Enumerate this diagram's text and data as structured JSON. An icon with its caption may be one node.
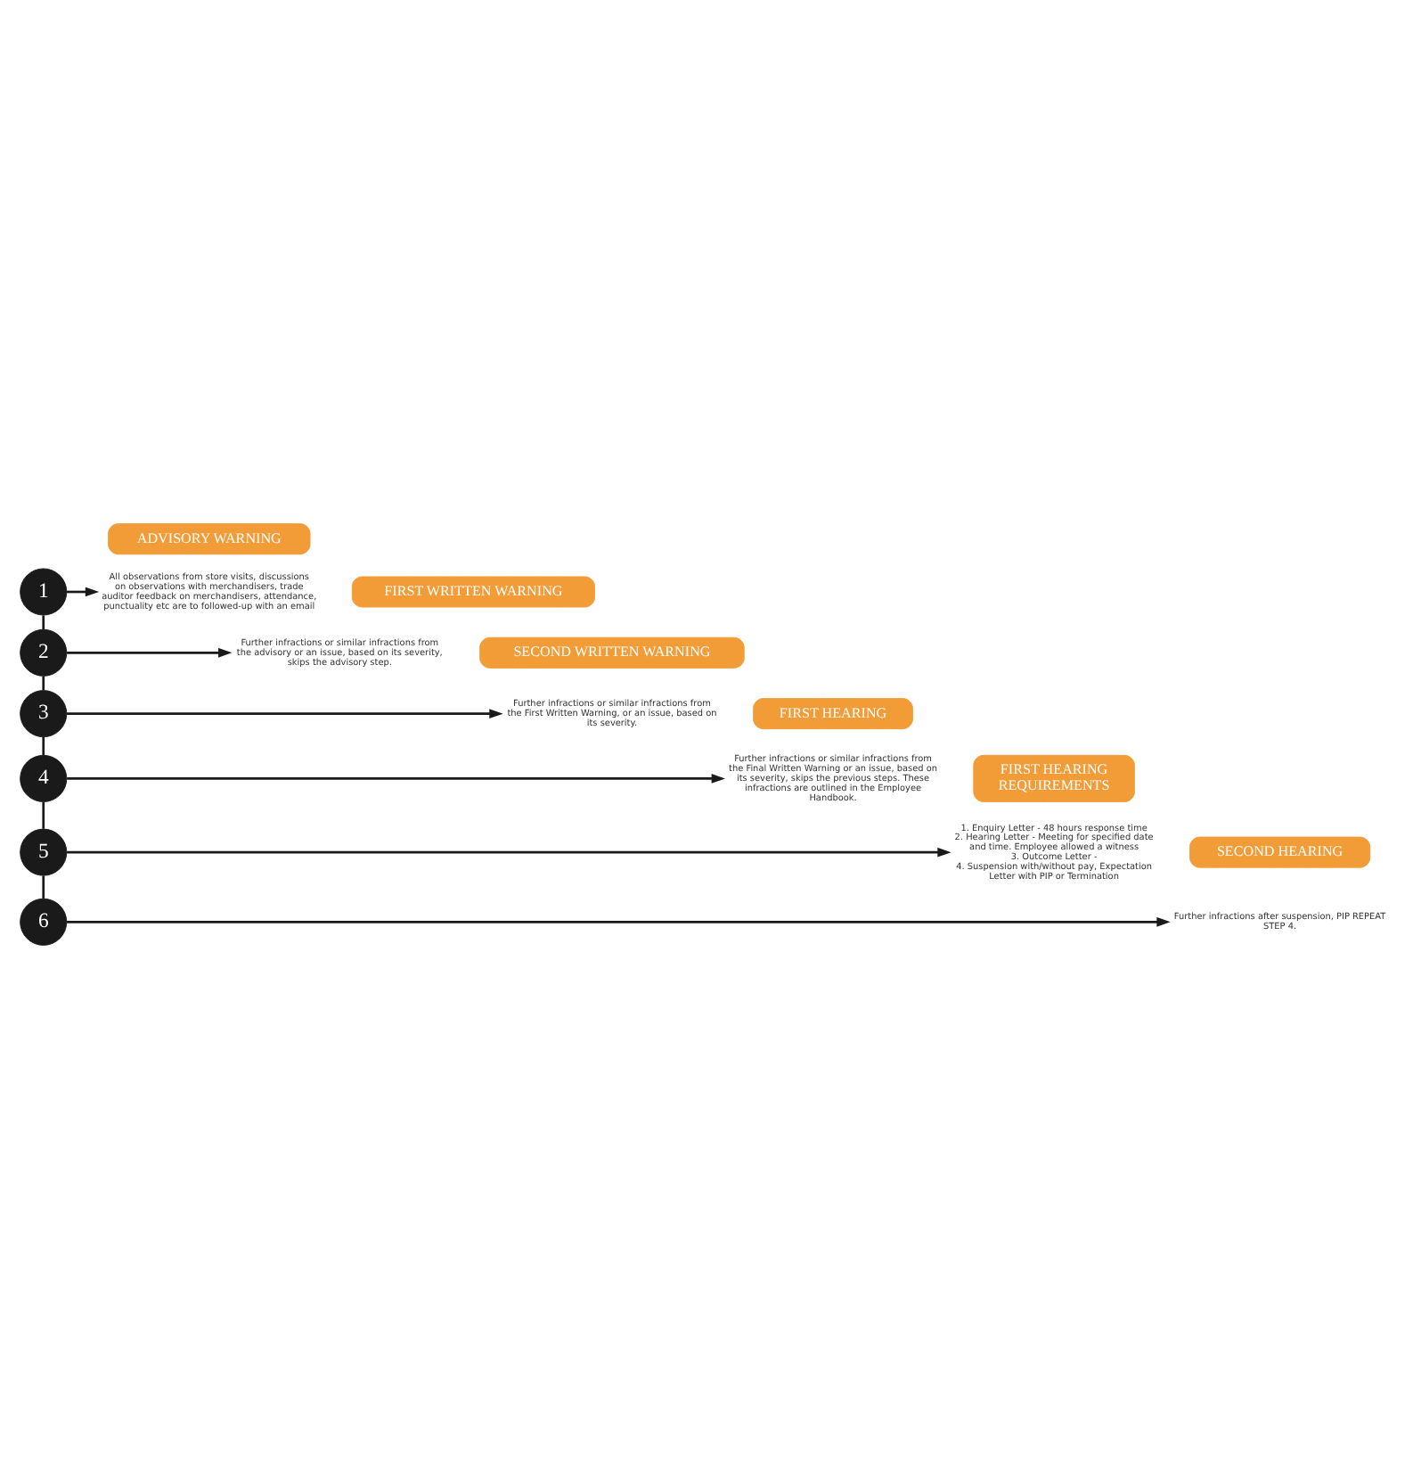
{
  "diagram": {
    "nodes": [
      {
        "text": [
          "ADVISORY WARNING"
        ]
      },
      {
        "text": [
          "All observations from store visits, discussions on observations with merchandisers, trade auditor feedback on merchandisers, attendance, punctuality etc are to followed-up with an email"
        ]
      },
      {
        "text": [
          "1"
        ]
      },
      {
        "text": [
          "FIRST WRITTEN WARNING"
        ]
      },
      {
        "text": [
          "Further infractions or similar infractions from the advisory or an issue, based on its severity, skips the advisory step."
        ]
      },
      {
        "text": [
          "2"
        ]
      },
      {
        "text": [
          "SECOND WRITTEN WARNING"
        ]
      },
      {
        "text": [
          "Further infractions or similar infractions from the First Written Warning, or an issue, based on its severity."
        ]
      },
      {
        "text": [
          "3"
        ]
      },
      {
        "text": [
          "FIRST HEARING"
        ]
      },
      {
        "text": [
          "Further infractions or similar infractions from the Final Written Warning or an issue, based on its severity, skips the previous steps. These infractions are outlined in the Employee Handbook."
        ]
      },
      {
        "text": [
          "4"
        ]
      },
      {
        "text": [
          "FIRST HEARING REQUIREMENTS"
        ]
      },
      {
        "text": [
          "1. Enquiry Letter - 48 hours response time",
          "2. Hearing Letter - Meeting for specified date and time. Employee allowed a witness",
          "3. Outcome Letter -",
          "4. Suspension with/without pay, Expectation Letter with PIP or Termination"
        ]
      },
      {
        "text": [
          "5"
        ]
      },
      {
        "text": [
          "SECOND HEARING"
        ]
      },
      {
        "text": [
          "Further infractions after suspension, PIP REPEAT STEP 4."
        ]
      },
      {
        "text": [
          "6"
        ]
      }
    ],
    "edges": [
      {
        "from": 2,
        "to": 1,
        "arrow": "to"
      },
      {
        "from": 2,
        "to": 5,
        "arrow": "none"
      },
      {
        "from": 5,
        "to": 4,
        "arrow": "to"
      },
      {
        "from": 5,
        "to": 8,
        "arrow": "none"
      },
      {
        "from": 8,
        "to": 7,
        "arrow": "to"
      },
      {
        "from": 8,
        "to": 11,
        "arrow": "none"
      },
      {
        "from": 11,
        "to": 10,
        "arrow": "to"
      },
      {
        "from": 11,
        "to": 14,
        "arrow": "none"
      },
      {
        "from": 14,
        "to": 13,
        "arrow": "to"
      },
      {
        "from": 14,
        "to": 17,
        "arrow": "none"
      },
      {
        "from": 17,
        "to": 16,
        "arrow": "to"
      }
    ]
  }
}
